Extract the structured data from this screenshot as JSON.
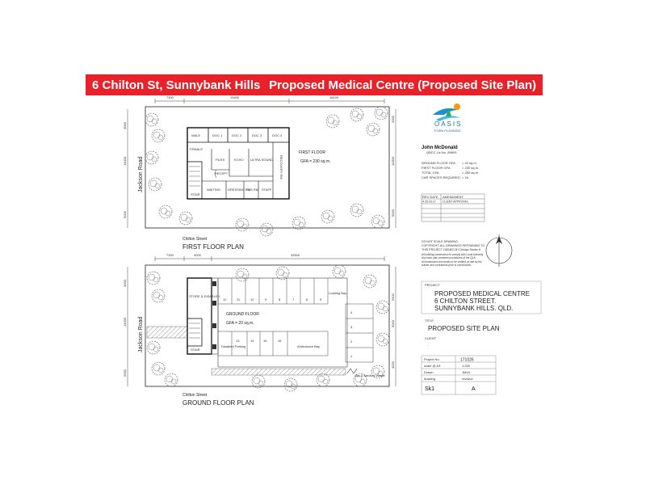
{
  "banner": {
    "left": "6 Chilton St, Sunnybank Hills",
    "right": "Proposed Medical Centre (Proposed Site Plan)"
  },
  "firstFloor": {
    "topDims": [
      "7300",
      "19400",
      "18100"
    ],
    "sideDims": [
      "3000",
      "14000",
      "5000"
    ],
    "rightDims": [
      "3000",
      "10000",
      "5000"
    ],
    "rooms": [
      "WALE",
      "DOC 1",
      "DOC 2",
      "DOC 3",
      "DOC 4",
      "FEMALE",
      "FILES",
      "ECHO",
      "ULTRA SOUND",
      "RECOVERY RM",
      "RECEPT",
      "STAIR",
      "WAITING",
      "DRESSING RM",
      "CLS RM",
      "STAFF"
    ],
    "floorLabel": "FIRST FLOOR",
    "gfa": "GFA = 230 sq.m.",
    "road": "Jackson Road",
    "street": "Chilton Street",
    "title": "FIRST FLOOR PLAN"
  },
  "groundFloor": {
    "topDims": [
      "7300",
      "4000",
      "33500"
    ],
    "sideDims": [
      "3000",
      "14000",
      "5000"
    ],
    "rightDims": [
      "5400",
      "5000",
      "4000"
    ],
    "rooms": [
      "STORE & DISABLED",
      "STAIR"
    ],
    "topBays": [
      "12",
      "11",
      "10",
      "9",
      "8",
      "7",
      "6",
      "5"
    ],
    "bottomBays": [
      "13",
      "14",
      "15",
      "16"
    ],
    "sideBays": [
      "4",
      "3",
      "2",
      "1"
    ],
    "loadingBay": "Loading Bay",
    "disabledParking": "Disabled Parking",
    "ambulanceBay": "Ambulance Bay",
    "floorLabel": "GROUND FLOOR",
    "gfa": "GFA = 20 sq.m.",
    "bin": "Bin & Medical Waste",
    "road": "Jackson Road",
    "street": "Chilton Street",
    "title": "GROUND FLOOR PLAN"
  },
  "titleBlock": {
    "logoName": "OASIS",
    "logoSub": "TOWN PLANNING",
    "person": "John McDonald",
    "licence": "QBCC Lic.No. 89893",
    "stats": [
      [
        "GROUND FLOOR GFA",
        "= 20 sq.m."
      ],
      [
        "FIRST FLOOR GFA",
        "= 230 sq.m."
      ],
      [
        "TOTAL GFA",
        "= 250 sq.m."
      ],
      [
        "CAR SPACES REQUIRED",
        "= 16"
      ]
    ],
    "revHeaders": [
      "REV DATE",
      "AMENDMENT"
    ],
    "revRow": [
      "A  26.03.17",
      "CLIENT APPROVAL"
    ],
    "notes": [
      "DO NOT SCALE DRAWING.",
      "COPYRIGHT, ALL DRAWINGS PERTAINING TO",
      "THIS PROJECT OWNED BY Design Studio 8.",
      "All building construction to comply with Local Authority",
      "Any town plan consents procedures of the QLA",
      "All dimensions and levels to be verified on site by the",
      "builder and contractors prior to construction."
    ],
    "projectLabel": "PROJECT",
    "projectLines": [
      "PROPOSED MEDICAL CENTRE",
      "6  CHILTON STREET.",
      "SUNNYBANK HILLS. QLD."
    ],
    "titleLabel": "TITLE",
    "title": "PROPOSED SITE PLAN",
    "clientLabel": "CLIENT",
    "client": "-",
    "meta": [
      [
        "Project No.",
        "171026"
      ],
      [
        "scale @ A3",
        "1:250"
      ],
      [
        "Drawn",
        "JMcD"
      ],
      [
        "drawing",
        "revision"
      ]
    ],
    "sheet": [
      "Sk1",
      "A"
    ]
  }
}
